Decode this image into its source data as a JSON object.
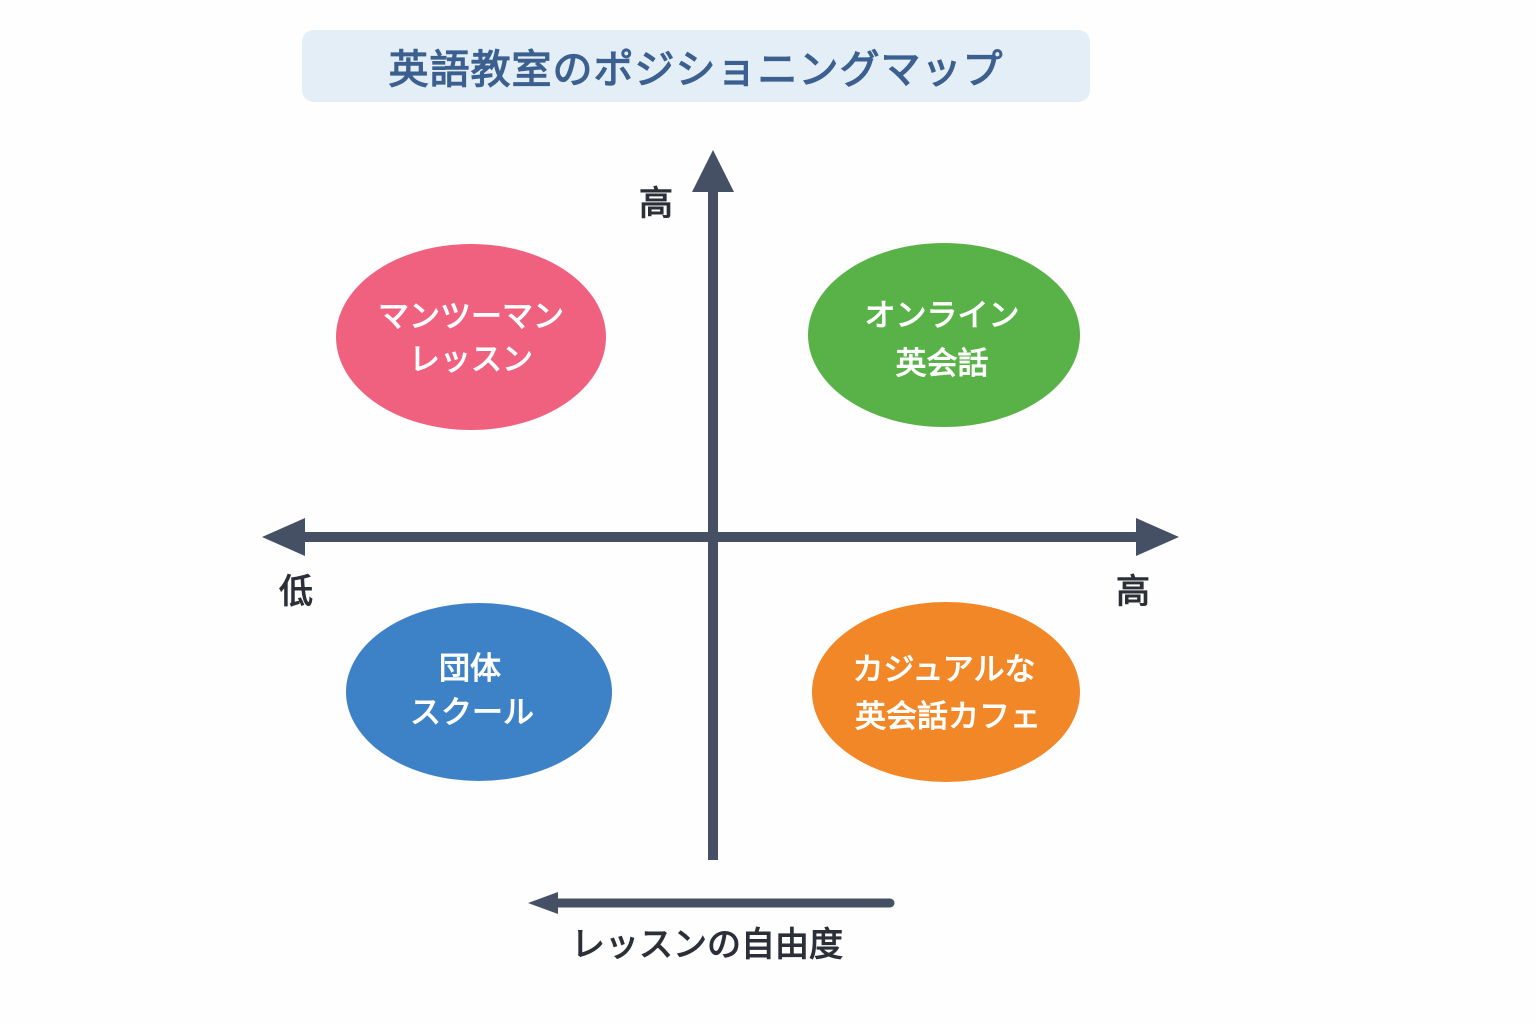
{
  "title": "英語教室のポジショニングマップ",
  "axes": {
    "vertical_high": "高",
    "horizontal_low": "低",
    "horizontal_high": "高",
    "caption": "レッスンの自由度"
  },
  "quadrants": [
    {
      "lines": [
        "マンツーマン",
        "レッスン"
      ],
      "color": "#f0617f",
      "position": "top-left"
    },
    {
      "lines": [
        "オンライン",
        "英会話"
      ],
      "color": "#58b247",
      "position": "top-right"
    },
    {
      "lines": [
        "団体",
        "スクール"
      ],
      "color": "#3d82c6",
      "position": "bottom-left"
    },
    {
      "lines": [
        "カジュアルな",
        "英会話カフェ"
      ],
      "color": "#f28727",
      "position": "bottom-right"
    }
  ],
  "colors": {
    "axis": "#465065",
    "title_bg": "#e4eef7",
    "title_text": "#3b5f8e"
  }
}
